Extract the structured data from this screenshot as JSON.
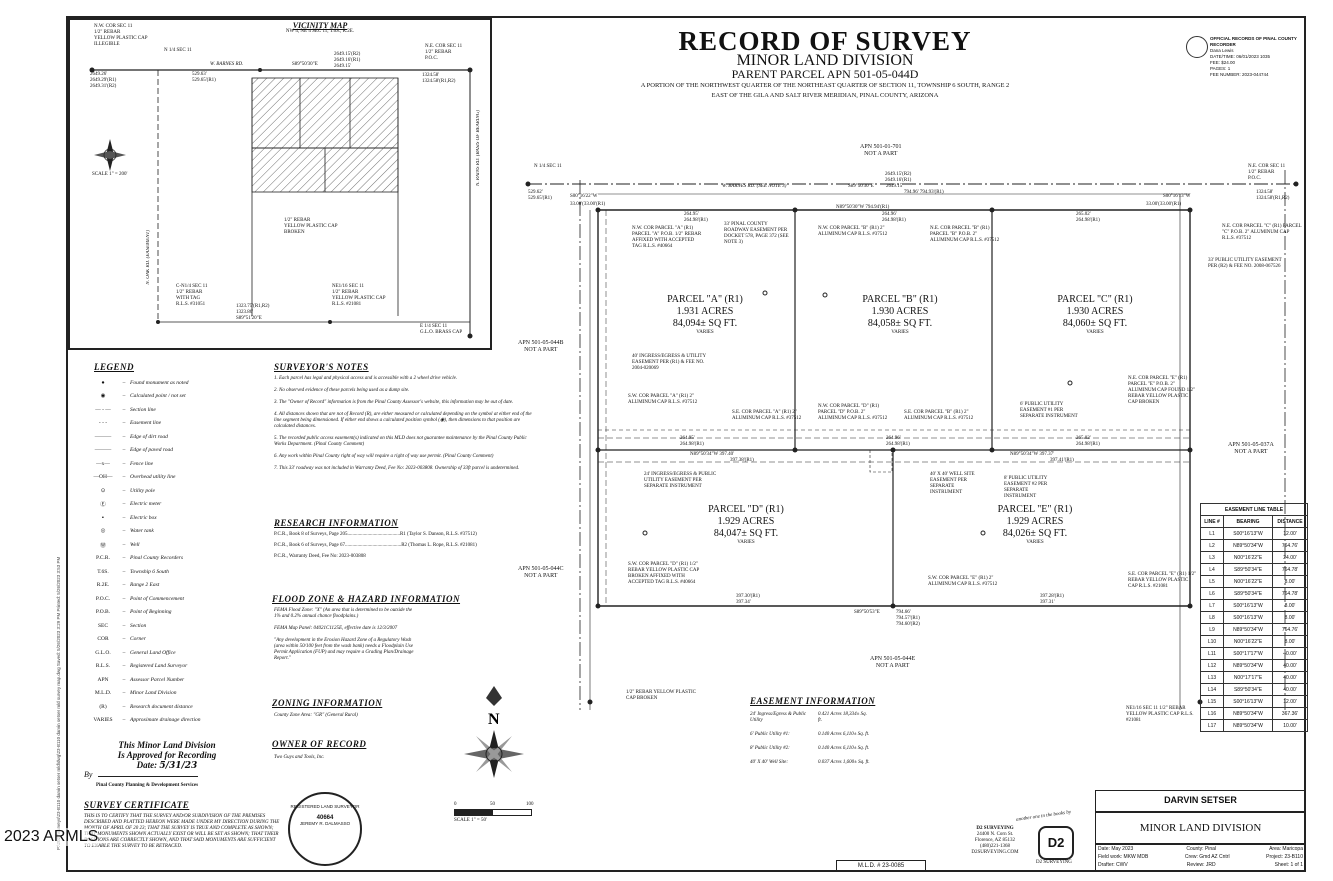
{
  "title": {
    "main": "RECORD OF SURVEY",
    "sub": "MINOR LAND DIVISION",
    "parent": "PARENT PARCEL APN 501-05-044D",
    "desc1": "A PORTION OF THE NORTHWEST QUARTER OF THE NORTHEAST QUARTER OF SECTION 11, TOWNSHIP 6 SOUTH, RANGE 2",
    "desc2": "EAST OF THE GILA AND SALT RIVER MERIDIAN, PINAL COUNTY, ARIZONA"
  },
  "recorder": {
    "title": "OFFICIAL RECORDS OF PINAL COUNTY RECORDER",
    "name": "Dana Lewis",
    "date_label": "DATE/TIME:",
    "date": "06/01/2023  1035",
    "fee_label": "FEE:",
    "fee": "$24.00",
    "pages_label": "PAGES:",
    "pages": "1",
    "fee_number_label": "FEE NUMBER:",
    "fee_number": "2023-044744"
  },
  "vicinity": {
    "title": "VICINITY MAP",
    "sub": "NW 4, NE 4 SEC 11, T.6S., R.2E.",
    "nw_cor": "N.W. COR SEC 11",
    "nw_rebar": "1/2\" REBAR",
    "nw_cap": "YELLOW PLASTIC CAP",
    "nw_ill": "ILLEGIBLE",
    "n4": "N 1/4 SEC 11",
    "ne_cor": "N.E. COR SEC 11",
    "ne_rebar": "1/2\" REBAR",
    "pob": "P.O.C.",
    "road": "W. BARNES RD.",
    "brg_top": "S89°50'30\"E",
    "d1": "2649.15'(R2)",
    "d2": "2649.16'(R1)",
    "d3": "2649.15'",
    "d4": "529.63'",
    "d5": "529.65'(R1)",
    "d6": "1324.58'",
    "d7": "1324.58'(R1,R2)",
    "d8": "2649.26'",
    "d9": "2649.29'(R1)",
    "d10": "2649.31'(R2)",
    "scale": "SCALE  1\" = 200'",
    "cn4": "C-N1/4 SEC 11",
    "cn4b": "1/2\" REBAR",
    "cn4c": "WITH TAG",
    "cn4d": "R.L.S. #31051",
    "rebar_mid": "1/2\" REBAR",
    "rebar_mid2": "YELLOW PLASTIC CAP",
    "rebar_mid3": "BROKEN",
    "ne16": "NE1/16 SEC 11",
    "ne16b": "1/2\" REBAR",
    "ne16c": "YELLOW PLASTIC CAP",
    "ne16d": "R.L.S. #21081",
    "e4": "E 1/4 SEC 11",
    "e4b": "G.L.O. BRASS CAP",
    "bottom1": "1323.75'(R1,R2)",
    "bottom2": "1323.86'",
    "bottom3": "S89°51'20\"E",
    "road2": "N. OAK RD. (EASEMENT)",
    "road3": "N. RAINS RD. (BASIS OF BEARING)"
  },
  "plat": {
    "apn701": "APN 501-01-701",
    "not_part": "NOT A PART",
    "apn044b": "APN 501-05-044B",
    "apn044c": "APN 501-05-044C",
    "apn037a": "APN 501-05-037A",
    "apn044e": "APN 501-05-044E",
    "n4": "N 1/4 SEC 11",
    "ne_cor": "N.E. COR SEC 11",
    "ne_rebar": "1/2\" REBAR",
    "poc": "P.O.C.",
    "top_brg": "S89°50'30\"E",
    "top_d1": "2649.15'(R2)",
    "top_d2": "2649.16'(R1)",
    "top_d3": "2649.15'",
    "top_d4": "794.96'",
    "top_d5": "794.93'(R1)",
    "road": "W. BARNES RD. (SEE NOTE 3)",
    "left_top": "529.62'",
    "left_top2": "529.65'(R1)",
    "right_top": "1324.58'",
    "right_top2": "1324.58'(R1,R2)",
    "s00a": "S00°16'22\"W",
    "s00b": "S00°16'13\"W",
    "thirty1": "33.00'(33.00'(R1)",
    "thirty2": "33.00'(33.00'(R1)",
    "n89top": "N89°50'30\"W  794.94'(R1)",
    "f_ab1": "264.95'",
    "f_ab2": "264.98'(R1)",
    "f_bc1": "264.96'",
    "f_bc2": "264.98'(R1)",
    "f_c1": "265.02'",
    "f_c2": "264.98'(R1)",
    "pa_name": "PARCEL \"A\" (R1)",
    "pa_acres": "1.931 ACRES",
    "pa_sqft": "84,094± SQ FT.",
    "pb_name": "PARCEL \"B\" (R1)",
    "pb_acres": "1.930 ACRES",
    "pb_sqft": "84,058± SQ FT.",
    "pc_name": "PARCEL \"C\" (R1)",
    "pc_acres": "1.930 ACRES",
    "pc_sqft": "84,060± SQ FT.",
    "pd_name": "PARCEL \"D\" (R1)",
    "pd_acres": "1.929 ACRES",
    "pd_sqft": "84,047± SQ FT.",
    "pe_name": "PARCEL \"E\" (R1)",
    "pe_acres": "1.929 ACRES",
    "pe_sqft": "84,026± SQ FT.",
    "varies": "VARIES",
    "mid_brg1": "N89°50'34\"W  397.40'",
    "mid_brg1b": "397.38'(R1)",
    "mid_brg2": "N89°50'34\"W  397.37'",
    "mid_brg2b": "397.41'(R1)",
    "bot_d1": "397.30'(R1)",
    "bot_d2": "397.34'",
    "bot_d3": "397.28'(R1)",
    "bot_d4": "397.31'",
    "bot_brg": "S89°50'53\"E",
    "bot_d5": "794.66'",
    "bot_d6": "794.57'(R1)",
    "bot_d7": "794.60'(R2)",
    "rowa": "33' PINAL COUNTY ROADWAY EASEMENT PER DOCKET 578, PAGE 372 (SEE NOTE 3)",
    "nw_pa": "N.W. COR PARCEL \"A\" (R1) PARCEL \"A\" P.O.B. 1/2\" REBAR AFFIXED WITH ACCEPTED TAG R.L.S. #40664",
    "nw_pb": "N.W. COR PARCEL \"B\" (R1) 2\" ALUMINUM CAP R.L.S. #37512",
    "ne_pb": "N.E. COR PARCEL \"B\" (R1) PARCEL \"B\" P.O.B. 2\" ALUMINUM CAP R.L.S. #37512",
    "ne_pc": "N.E. COR PARCEL \"C\" (R1) PARCEL \"C\" P.O.B. 2\" ALUMINUM CAP R.L.S. #37512",
    "pue": "33' PUBLIC UTILITY EASEMENT PER (R2) & FEE NO. 2008-067526",
    "ingress": "40' INGRESS/EGRESS & UTILITY EASEMENT PER (R1) & FEE NO. 2004-020069",
    "sw_pa": "S.W. COR PARCEL \"A\" (R1) 2\" ALUMINUM CAP R.L.S. #37512",
    "se_pa": "S.E. COR PARCEL \"A\" (R1) 2\" ALUMINUM CAP R.L.S. #37512",
    "nw_pd": "N.W. COR PARCEL \"D\" (R1) PARCEL \"D\" P.O.B. 2\" ALUMINUM CAP R.L.S. #37512",
    "se_pb": "S.E. COR PARCEL \"B\" (R1) 2\" ALUMINUM CAP R.L.S. #37512",
    "pue6": "6' PUBLIC UTILITY EASEMENT #1 PER SEPARATE INSTRUMENT",
    "ne_pe": "N.E. COR PARCEL \"E\" (R1) PARCEL \"E\" P.O.B. 2\" ALUMINUM CAP FOUND 1/2\" REBAR YELLOW PLASTIC CAP BROKEN",
    "ingress24": "24' INGRESS/EGRESS & PUBLIC UTILITY EASEMENT PER SEPARATE INSTRUMENT",
    "well": "40' X 40' WELL SITE EASEMENT PER SEPARATE INSTRUMENT",
    "pue8": "8' PUBLIC UTILITY EASEMENT #2 PER SEPARATE INSTRUMENT",
    "sw_pd": "S.W. COR PARCEL \"D\" (R1) 1/2\" REBAR YELLOW PLASTIC CAP BROKEN AFFIXED WITH ACCEPTED TAG R.L.S. #40664",
    "sw_pe": "S.W. COR PARCEL \"E\" (R1) 2\" ALUMINUM CAP R.L.S. #37512",
    "se_pe": "S.E. COR PARCEL \"E\" (R1) 1/2\" REBAR YELLOW PLASTIC CAP R.L.S. #21081",
    "rebar_sw": "1/2\" REBAR YELLOW PLASTIC CAP BROKEN",
    "ne16": "NE1/16 SEC 11 1/2\" REBAR YELLOW PLASTIC CAP R.L.S. #21081"
  },
  "legend": {
    "title": "LEGEND",
    "items": [
      {
        "sym": "●",
        "label": "Found monument as noted"
      },
      {
        "sym": "◉",
        "label": "Calculated point / not set"
      },
      {
        "sym": "— - —",
        "label": "Section line"
      },
      {
        "sym": "- - -",
        "label": "Easement line"
      },
      {
        "sym": "———",
        "label": "Edge of dirt road"
      },
      {
        "sym": "———",
        "label": "Edge of paved road"
      },
      {
        "sym": "—x—",
        "label": "Fence line"
      },
      {
        "sym": "—OH—",
        "label": "Overhead utility line"
      },
      {
        "sym": "⊙",
        "label": "Utility pole"
      },
      {
        "sym": "Ⓔ",
        "label": "Electric meter"
      },
      {
        "sym": "▪",
        "label": "Electric box"
      },
      {
        "sym": "◎",
        "label": "Water tank"
      },
      {
        "sym": "Ⓦ",
        "label": "Well"
      },
      {
        "sym": "P.C.R.",
        "label": "Pinal County Recorders"
      },
      {
        "sym": "T.6S.",
        "label": "Township 6 South"
      },
      {
        "sym": "R.2E.",
        "label": "Range 2 East"
      },
      {
        "sym": "P.O.C.",
        "label": "Point of Commencement"
      },
      {
        "sym": "P.O.B.",
        "label": "Point of Beginning"
      },
      {
        "sym": "SEC",
        "label": "Section"
      },
      {
        "sym": "COR",
        "label": "Corner"
      },
      {
        "sym": "G.L.O.",
        "label": "General Land Office"
      },
      {
        "sym": "R.L.S.",
        "label": "Registered Land Surveyor"
      },
      {
        "sym": "APN",
        "label": "Assessor Parcel Number"
      },
      {
        "sym": "M.L.D.",
        "label": "Minor Land Division"
      },
      {
        "sym": "(R)",
        "label": "Research document distance"
      },
      {
        "sym": "VARIES",
        "label": "Approximate drainage direction"
      }
    ]
  },
  "approval": {
    "l1": "This Minor Land Division",
    "l2": "Is Approved for Recording",
    "l3": "Date:",
    "date": "5/31/23",
    "by": "By",
    "dept": "Pinal County Planning & Development Services"
  },
  "cert": {
    "title": "SURVEY CERTIFICATE",
    "text": "THIS IS TO CERTIFY THAT THE SURVEY AND/OR SUBDIVISION OF THE PREMISES DESCRIBED AND PLATTED HEREON WERE MADE UNDER MY DIRECTION DURING THE MONTH OF APRIL OF 20 23; THAT THE SURVEY IS TRUE AND COMPLETE AS SHOWN; THAT MONUMENTS SHOWN ACTUALLY EXIST OR WILL BE SET AS SHOWN; THAT THEIR POSITIONS ARE CORRECTLY SHOWN, AND THAT SAID MONUMENTS ARE SUFFICIENT TO ENABLE THE SURVEY TO BE RETRACED."
  },
  "notes": {
    "title": "SURVEYOR'S NOTES",
    "items": [
      "1.  Each parcel has legal and physical access and is accessible with a 2 wheel drive vehicle.",
      "2.  No observed evidence of these parcels being used as a dump site.",
      "3.  The \"Owner of Record\" information is from the Pinal County Assessor's website, this information may be out of date.",
      "4.  All distances shown that are not of Record (R), are either measured or calculated depending on the symbol at either end of the line segment being dimensioned. If either end shows a calculated position symbol (◉), then dimensions to that position are calculated distances.",
      "5.  The recorded public access easement(s) indicated on this MLD does not guarantee maintenance by the Pinal County Public Works Department. (Pinal County Comment)",
      "6.  Any work within Pinal County right of way will require a right of way use permit. (Pinal County Comment)",
      "7.  This 33' roadway was not included in Warranty Deed, Fee No: 2023-003808. Ownership of 33ft parcel is undetermined."
    ]
  },
  "research": {
    "title": "RESEARCH INFORMATION",
    "items": [
      "P.C.R., Book 8 of Surveys, Page 205..........................................R1 (Taylor S. Danson, R.L.S. #37512)",
      "P.C.R., Book 6 of Surveys, Page 67.............................................R2 (Thomas L. Rope, R.L.S. #21081)",
      "P.C.R., Warranty Deed, Fee No: 2023-003808"
    ]
  },
  "flood": {
    "title": "FLOOD ZONE & HAZARD INFORMATION",
    "items": [
      "FEMA Flood Zone: \"X\" (An area that is determined to be outside the 1% and 0.2% annual chance floodplains.)",
      "FEMA Map Panel: 04021C1125E, effective date is 12/3/2007",
      "\"Any development in the Erosion Hazard Zone of a Regulatory Wash (area within 50/100 feet from the wash bank) needs a Floodplain Use Permit Application (FUP) and may require a Grading Plan/Drainage Report.\""
    ]
  },
  "zoning": {
    "title": "ZONING INFORMATION",
    "text": "County Zone Area: \"GR\" (General Rural)"
  },
  "owner": {
    "title": "OWNER OF RECORD",
    "text": "Two Guys and Tools, Inc."
  },
  "easement": {
    "title": "EASEMENT INFORMATION",
    "items": [
      {
        "name": "24' Ingress/Egress & Public Utility",
        "val": "0.421 Acres 18,334± Sq. ft."
      },
      {
        "name": "6' Public Utility #1:",
        "val": "0.140 Acres 6,110± Sq. ft."
      },
      {
        "name": "8' Public Utility #2:",
        "val": "0.140 Acres 6,110± Sq. ft."
      },
      {
        "name": "40' X 40' Well Site:",
        "val": "0.037 Acres 1,600± Sq. ft."
      }
    ]
  },
  "scale_bar": {
    "t0": "0",
    "t1": "50",
    "t2": "100",
    "label": "SCALE  1\" = 50'"
  },
  "line_table": {
    "title": "EASEMENT LINE TABLE",
    "headers": [
      "LINE #",
      "BEARING",
      "DISTANCE"
    ],
    "rows": [
      [
        "L1",
        "S00°16'13\"W",
        "12.00'"
      ],
      [
        "L2",
        "N89°50'34\"W",
        "764.76'"
      ],
      [
        "L3",
        "N00°16'22\"E",
        "24.00'"
      ],
      [
        "L4",
        "S89°50'34\"E",
        "764.78'"
      ],
      [
        "L5",
        "N00°16'22\"E",
        "8.00'"
      ],
      [
        "L6",
        "S89°50'34\"E",
        "764.78'"
      ],
      [
        "L7",
        "S00°16'13\"W",
        "8.00'"
      ],
      [
        "L8",
        "S00°16'13\"W",
        "8.00'"
      ],
      [
        "L9",
        "N89°50'34\"W",
        "764.76'"
      ],
      [
        "L10",
        "N00°16'22\"E",
        "8.00'"
      ],
      [
        "L11",
        "S00°17'17\"W",
        "40.00'"
      ],
      [
        "L12",
        "N89°50'34\"W",
        "40.00'"
      ],
      [
        "L13",
        "N00°17'17\"E",
        "40.00'"
      ],
      [
        "L14",
        "S89°50'34\"E",
        "40.00'"
      ],
      [
        "L15",
        "S00°16'13\"W",
        "12.00'"
      ],
      [
        "L16",
        "N89°50'34\"W",
        "367.36'"
      ],
      [
        "L17",
        "N89°50'34\"W",
        "10.00'"
      ]
    ]
  },
  "titleblock": {
    "client": "DARVIN SETSER",
    "project": "MINOR LAND DIVISION",
    "firm": "D2 SURVEYING",
    "addr1": "24400 N. Corn St.",
    "addr2": "Florence, AZ 85132",
    "phone": "(480)221-1368",
    "web": "D2SURVEYING.COM",
    "tagline": "another one in the books by",
    "brand": "D2 SURVEYING",
    "mld": "M.L.D. # 23-0085",
    "date": "Date: May 2023",
    "county": "County: Pinal",
    "area": "Area: Maricopa",
    "field": "Field work: MKW MDB",
    "crew": "Crew: Gmd AZ Cntrl",
    "projnum": "Project: 23-B110",
    "drafter": "Drafter: CWV",
    "review": "Review: JRD",
    "sheet": "Sheet: 1 of 1"
  },
  "seal": {
    "text": "REGISTERED LAND SURVEYOR",
    "num": "40664",
    "name": "JEREMY R. DALMASSO"
  },
  "watermark": "2023 ARMLS",
  "side_stamp": "P:\\2023\\surveys\\23-B110 darvin setser mld\\dwg\\23-B110 darvin setser mld survey map.dwg  Saved: 5/26/2023 3:29 PM  Printed: 5/26/2023 3:53 PM"
}
